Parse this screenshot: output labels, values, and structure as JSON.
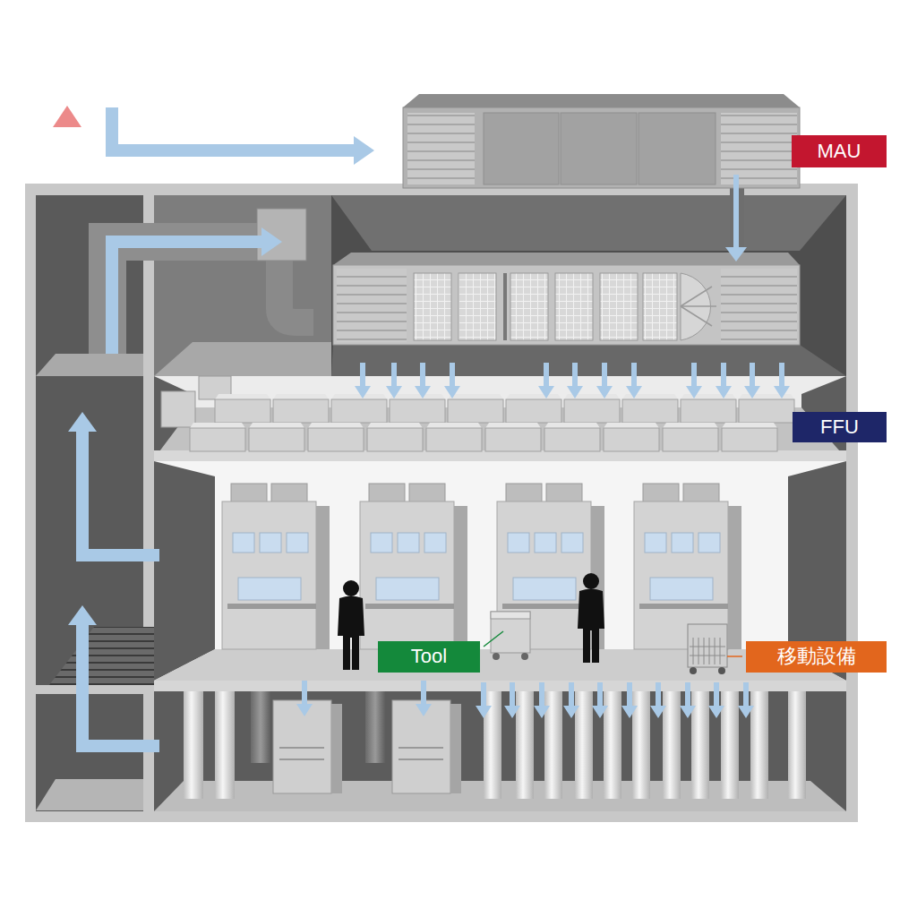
{
  "diagram": {
    "nodes": [
      {
        "text": [
          "MAU"
        ]
      },
      {
        "text": [
          "FFU"
        ]
      },
      {
        "text": [
          "Tool"
        ]
      },
      {
        "text": [
          "移動設備"
        ]
      }
    ]
  }
}
